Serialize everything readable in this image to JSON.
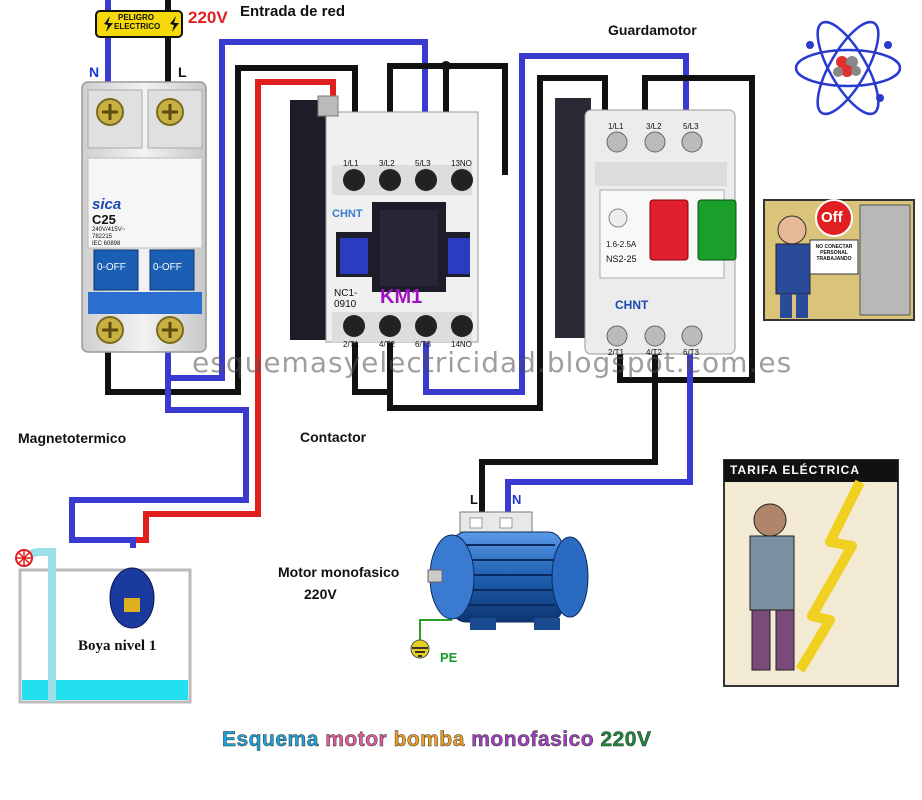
{
  "labels": {
    "warning_line1": "PELIGRO",
    "warning_line2": "ELECTRICO",
    "voltage": "220V",
    "network_input": "Entrada de red",
    "neutral": "N",
    "line": "L",
    "breaker_name": "Magnetotermico",
    "contactor_name": "Contactor",
    "motor_protector_name": "Guardamotor",
    "motor_name": "Motor monofasico",
    "motor_voltage": "220V",
    "float_switch": "Boya nivel 1",
    "motor_L": "L",
    "motor_N": "N",
    "ground": "PE",
    "watermark": "esquemasyelectricidad.blogspot.com.es",
    "off_sign": "Off",
    "lockout_sign": "NO CONECTAR PERSONAL TRABAJANDO",
    "tariff_cartoon": "TARIFA ELÉCTRICA"
  },
  "breaker": {
    "brand": "sica",
    "model": "C25",
    "rating_text": "240V/415V~",
    "code": "782215",
    "standard": "IEC 60898",
    "switch_left": "0-OFF",
    "switch_right": "0-OFF"
  },
  "contactor": {
    "brand": "CHNT",
    "model_line1": "NC1-",
    "model_line2": "0910",
    "tag": "KM1",
    "top_terminals": [
      "1/L1",
      "3/L2",
      "5/L3",
      "13NO"
    ],
    "bottom_terminals": [
      "2/T1",
      "4/T2",
      "6/T3",
      "14NO"
    ]
  },
  "motor_protector": {
    "brand": "CHNT",
    "range": "1.6-2.5A",
    "model": "NS2-25",
    "top_terminals": [
      "1/L1",
      "3/L2",
      "5/L3"
    ],
    "bottom_terminals": [
      "2/T1",
      "4/T2",
      "6/T3"
    ]
  },
  "title": {
    "words": [
      {
        "text": "Esquema",
        "color": "#1aa3d9"
      },
      {
        "text": "motor",
        "color": "#e05a9c"
      },
      {
        "text": "bomba",
        "color": "#f0a020"
      },
      {
        "text": "monofasico",
        "color": "#a040c0"
      },
      {
        "text": "220V",
        "color": "#1a8a3a"
      }
    ]
  },
  "colors": {
    "wire_black": "#111111",
    "wire_blue": "#3a3ad0",
    "wire_red": "#e02020",
    "water": "#22e0f0",
    "motor_blue": "#1f5fb0"
  }
}
